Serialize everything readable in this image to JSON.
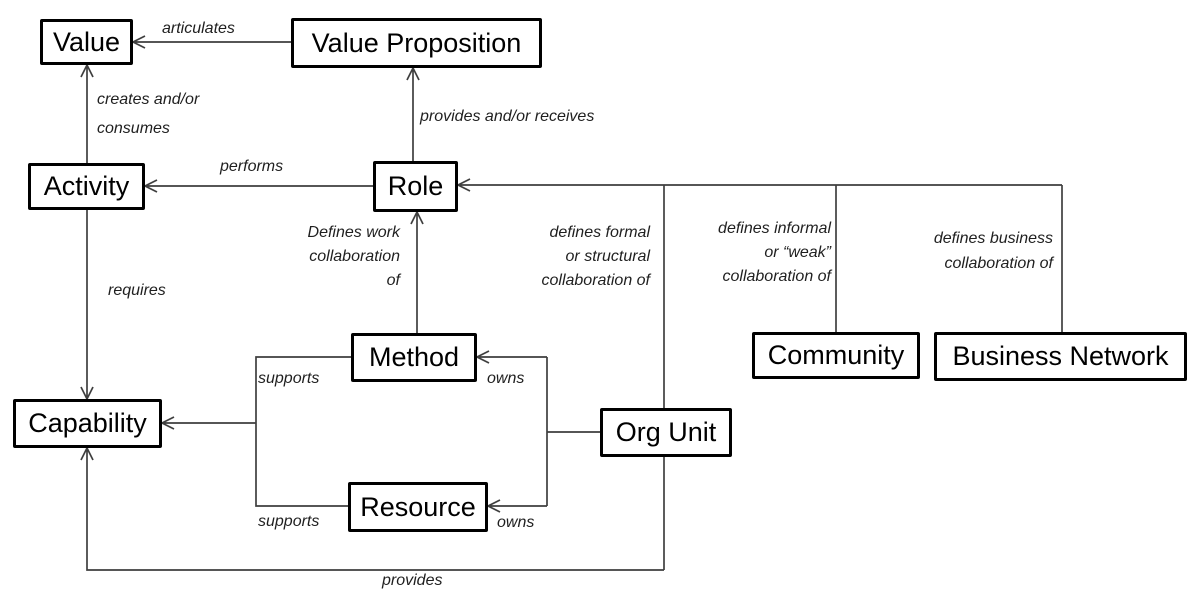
{
  "background": "#ffffff",
  "colors": {
    "line": "#3f3f3f",
    "node_border": "#000000",
    "node_text": "#000000",
    "label_text": "#1f1f1f"
  },
  "nodes": {
    "value": "Value",
    "value_proposition": "Value Proposition",
    "activity": "Activity",
    "role": "Role",
    "method": "Method",
    "org_unit": "Org Unit",
    "community": "Community",
    "business_network": "Business Network",
    "capability": "Capability",
    "resource": "Resource"
  },
  "edges": {
    "articulates": "articulates",
    "creates_consumes": [
      "creates and/or",
      "consumes"
    ],
    "provides_receives": "provides and/or receives",
    "performs": "performs",
    "requires": "requires",
    "defines_work": [
      "Defines work",
      "collaboration",
      "of"
    ],
    "defines_formal": [
      "defines formal",
      "or structural",
      "collaboration of"
    ],
    "defines_informal": [
      "defines informal",
      "or “weak”",
      "collaboration of"
    ],
    "defines_business": [
      "defines business",
      "collaboration of"
    ],
    "supports_method": "supports",
    "owns_method": "owns",
    "supports_resource": "supports",
    "owns_resource": "owns",
    "provides": "provides"
  },
  "relations": [
    {
      "from": "value_proposition",
      "to": "value",
      "label": "articulates"
    },
    {
      "from": "activity",
      "to": "value",
      "label": "creates and/or consumes"
    },
    {
      "from": "role",
      "to": "value_proposition",
      "label": "provides and/or receives"
    },
    {
      "from": "role",
      "to": "activity",
      "label": "performs"
    },
    {
      "from": "activity",
      "to": "capability",
      "label": "requires"
    },
    {
      "from": "method",
      "to": "role",
      "label": "Defines work collaboration of"
    },
    {
      "from": "org_unit",
      "to": "role",
      "label": "defines formal or structural collaboration of"
    },
    {
      "from": "community",
      "to": "role",
      "label": "defines informal or “weak” collaboration of"
    },
    {
      "from": "business_network",
      "to": "role",
      "label": "defines business collaboration of"
    },
    {
      "from": "org_unit",
      "to": "method",
      "label": "owns"
    },
    {
      "from": "org_unit",
      "to": "resource",
      "label": "owns"
    },
    {
      "from": "method",
      "to": "capability",
      "label": "supports"
    },
    {
      "from": "resource",
      "to": "capability",
      "label": "supports"
    },
    {
      "from": "org_unit",
      "to": "capability",
      "label": "provides"
    }
  ]
}
